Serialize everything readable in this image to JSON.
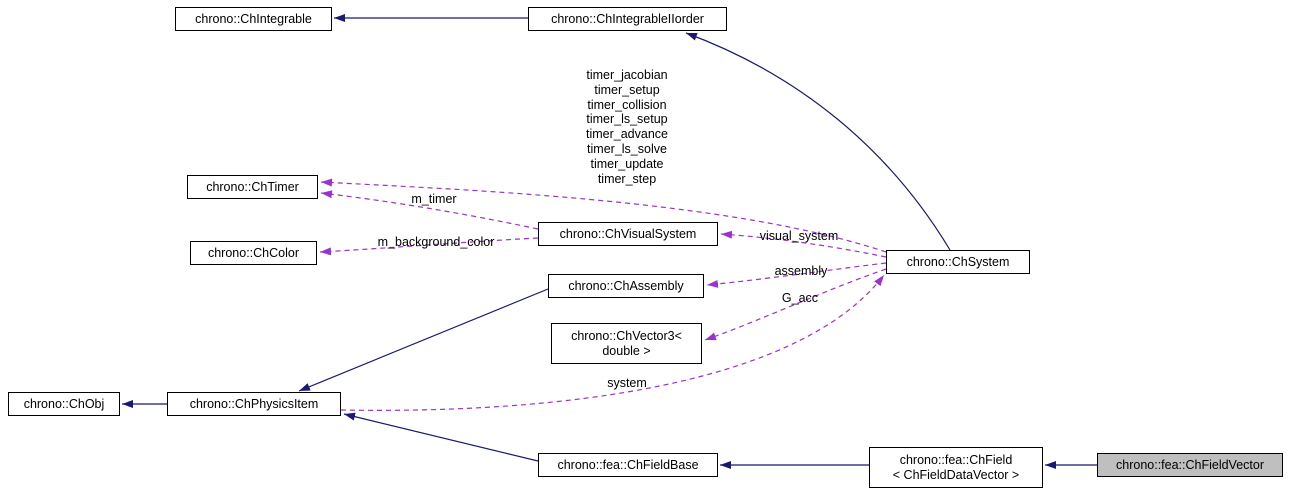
{
  "diagram": {
    "colors": {
      "inheritance": "#191970",
      "usage": "#9a32cd",
      "node_fill": "#ffffff",
      "node_border": "#000000",
      "selected_fill": "#bfbfbf"
    },
    "nodes": {
      "integrable": {
        "label": "chrono::ChIntegrable"
      },
      "integrable2": {
        "label": "chrono::ChIntegrableIIorder"
      },
      "timer": {
        "label": "chrono::ChTimer"
      },
      "color": {
        "label": "chrono::ChColor"
      },
      "visualsystem": {
        "label": "chrono::ChVisualSystem"
      },
      "assembly": {
        "label": "chrono::ChAssembly"
      },
      "vector3": {
        "label": "chrono::ChVector3<\ndouble >"
      },
      "system": {
        "label": "chrono::ChSystem"
      },
      "obj": {
        "label": "chrono::ChObj"
      },
      "physicsitem": {
        "label": "chrono::ChPhysicsItem"
      },
      "fieldbase": {
        "label": "chrono::fea::ChFieldBase"
      },
      "field": {
        "label": "chrono::fea::ChField\n< ChFieldDataVector >"
      },
      "fieldvector": {
        "label": "chrono::fea::ChFieldVector"
      }
    },
    "edge_labels": {
      "timers": "timer_jacobian\ntimer_setup\ntimer_collision\ntimer_ls_setup\ntimer_advance\ntimer_ls_solve\ntimer_update\ntimer_step",
      "m_timer": "m_timer",
      "m_background_color": "m_background_color",
      "visual_system": "visual_system",
      "assembly": "assembly",
      "g_acc": "G_acc",
      "system": "system"
    }
  }
}
